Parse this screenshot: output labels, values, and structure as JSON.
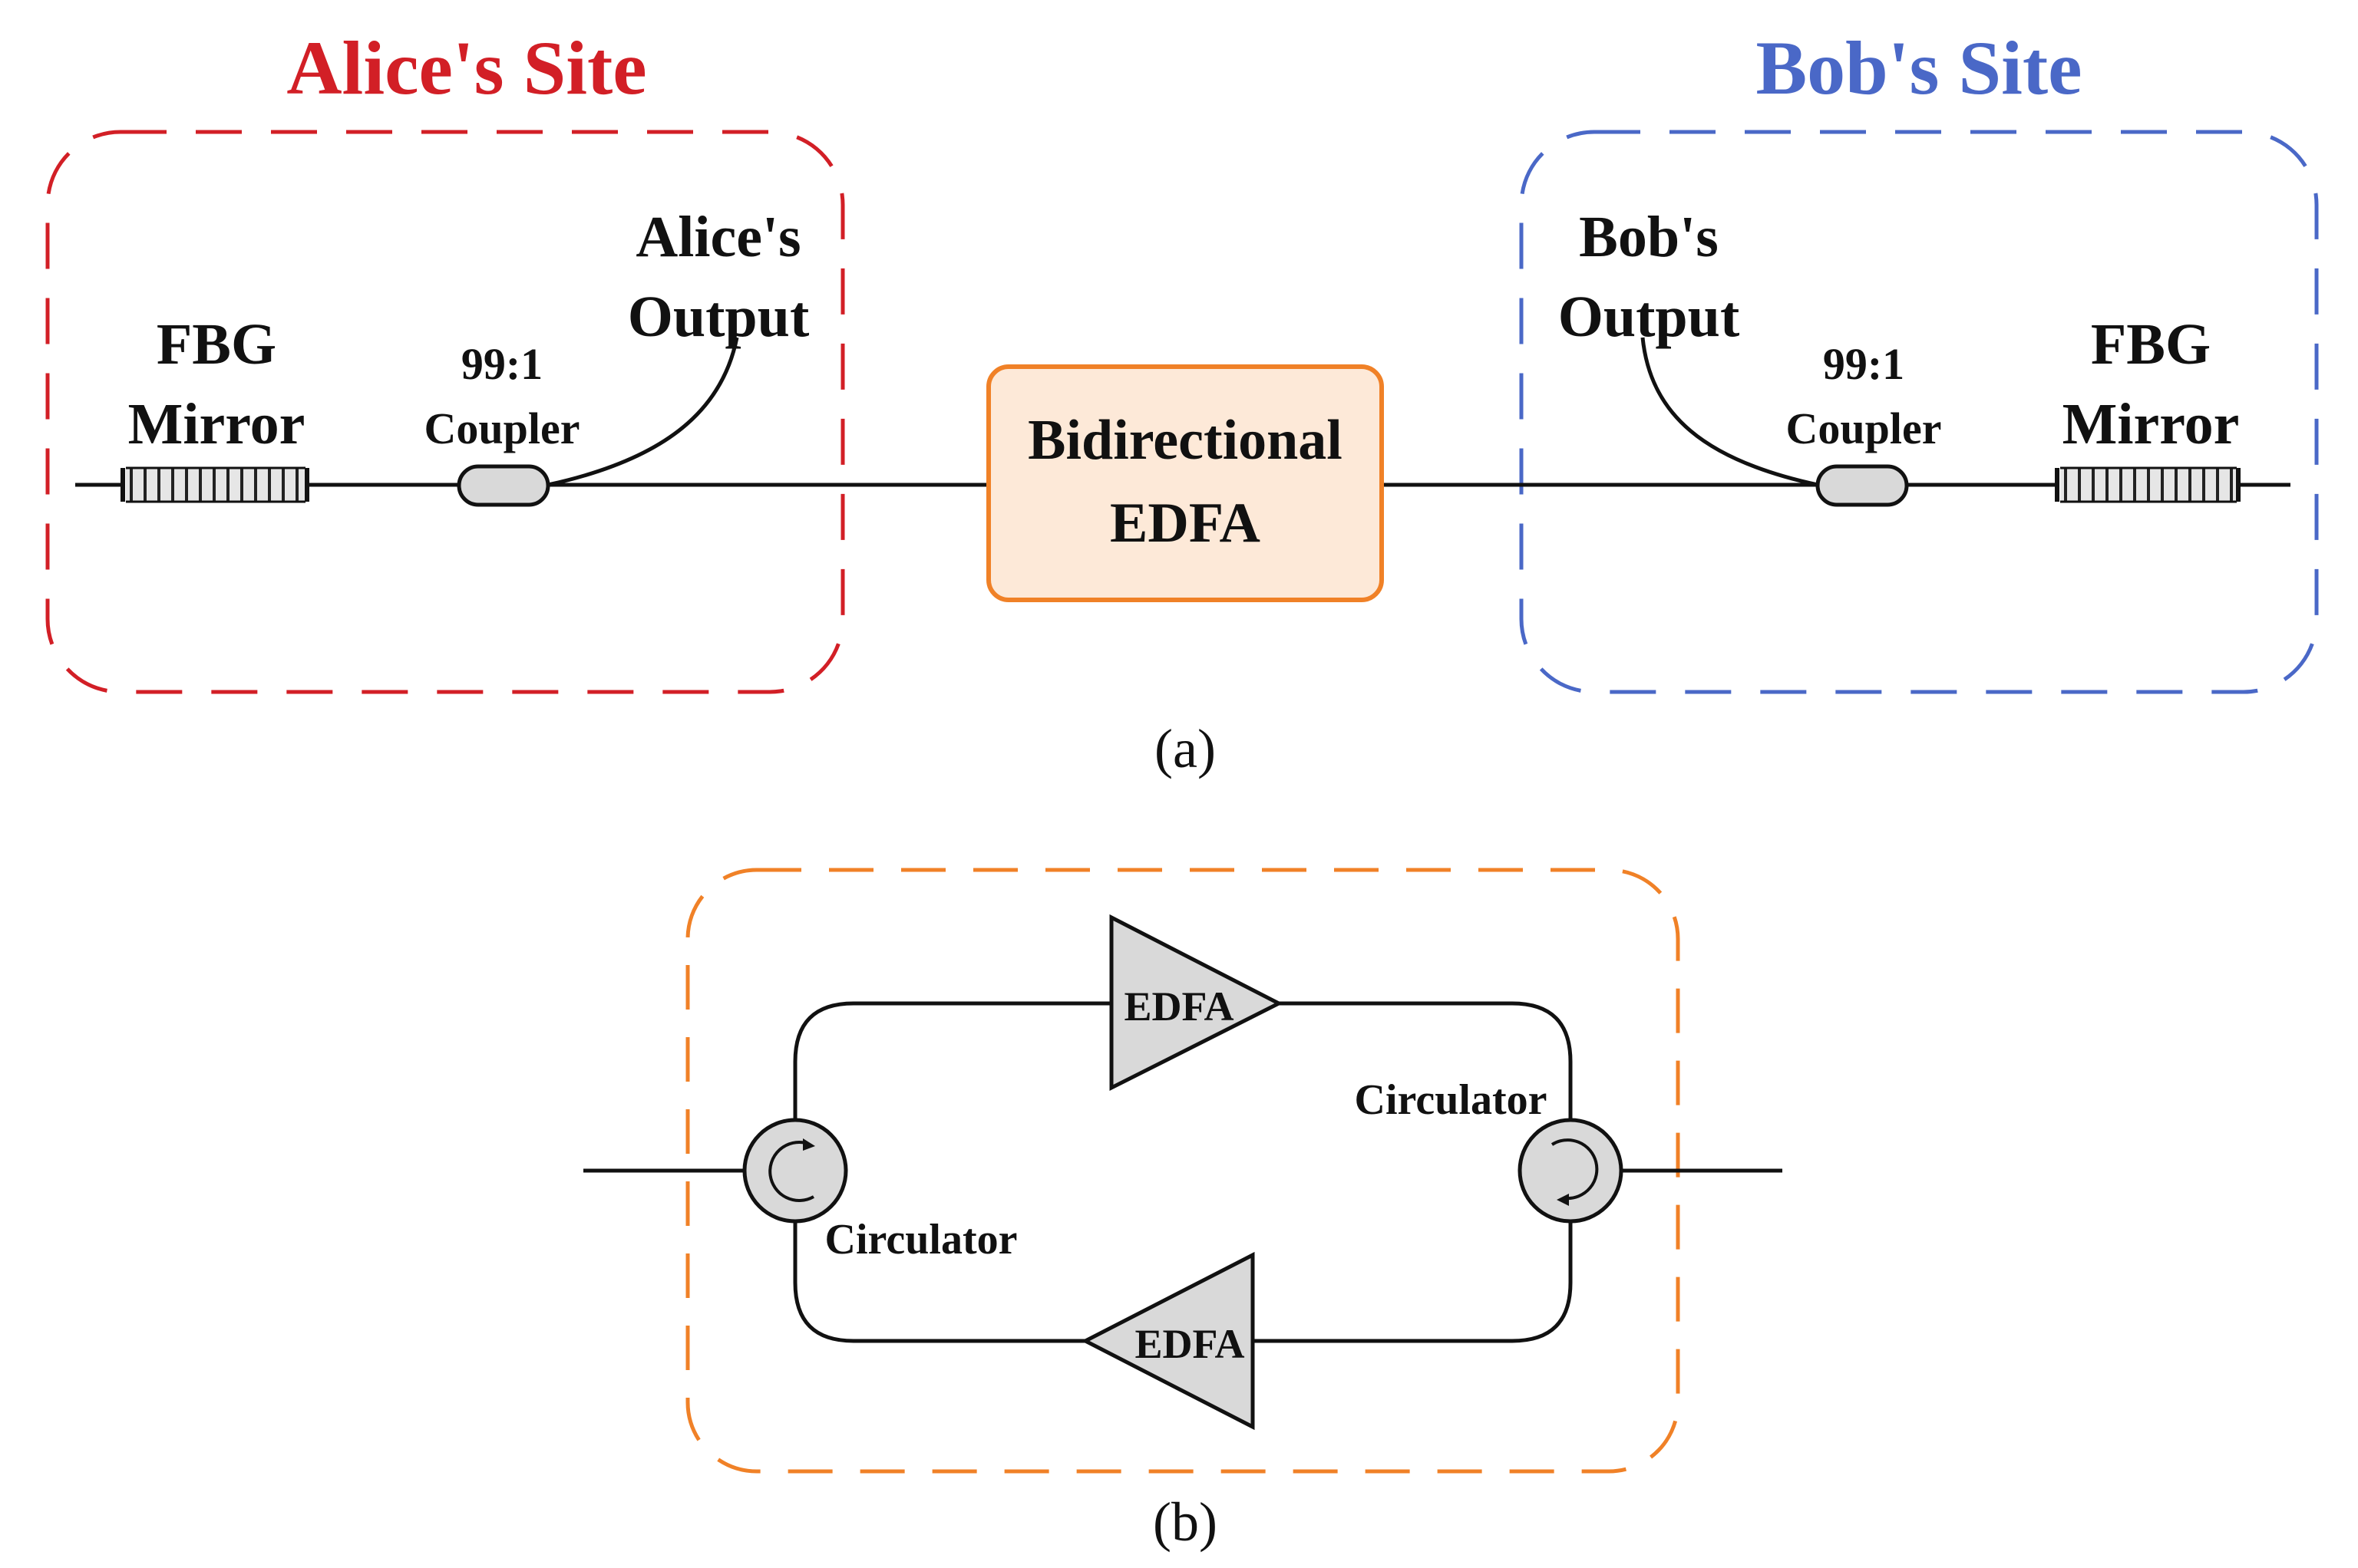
{
  "colors": {
    "alice": "#d21f26",
    "bob": "#4a68c7",
    "edfa_box_border": "#f08127",
    "edfa_box_fill": "#fde9d8",
    "orange_dash": "#f08127",
    "gray_fill": "#d9d9d9",
    "line": "#111111"
  },
  "panel_a": {
    "alice_title": "Alice's Site",
    "bob_title": "Bob's Site",
    "alice_output_line1": "Alice's",
    "alice_output_line2": "Output",
    "bob_output_line1": "Bob's",
    "bob_output_line2": "Output",
    "fbg_left_line1": "FBG",
    "fbg_left_line2": "Mirror",
    "fbg_right_line1": "FBG",
    "fbg_right_line2": "Mirror",
    "coupler_left_ratio": "99:1",
    "coupler_left_label": "Coupler",
    "coupler_right_ratio": "99:1",
    "coupler_right_label": "Coupler",
    "edfa_box_line1": "Bidirectional",
    "edfa_box_line2": "EDFA",
    "caption": "(a)"
  },
  "panel_b": {
    "edfa_top": "EDFA",
    "edfa_bottom": "EDFA",
    "circulator_left": "Circulator",
    "circulator_right": "Circulator",
    "caption": "(b)"
  }
}
